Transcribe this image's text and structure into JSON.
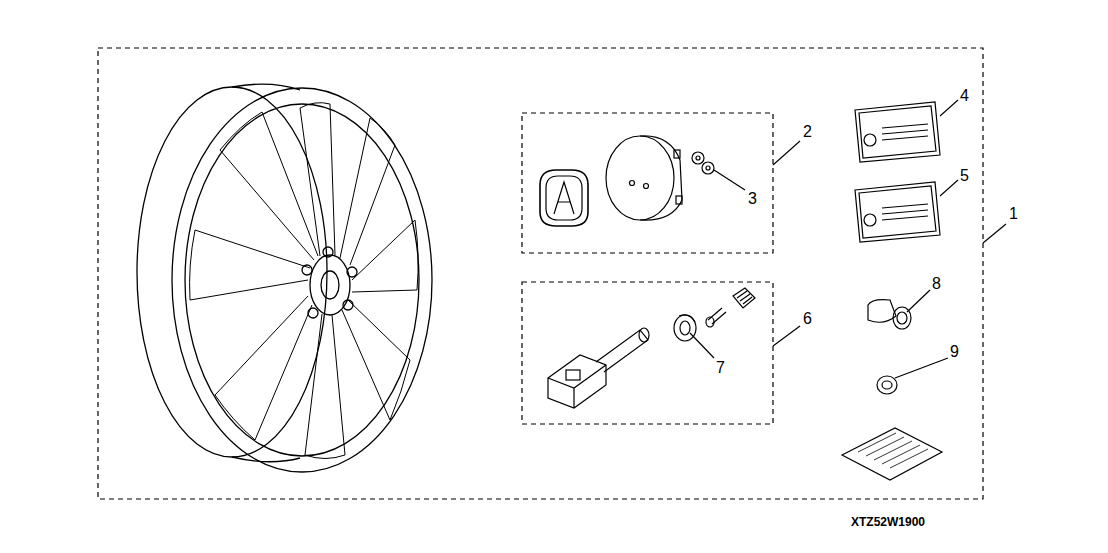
{
  "diagram": {
    "labels": [
      "4",
      "2",
      "5",
      "3",
      "1",
      "8",
      "6",
      "7",
      "9",
      "XTZ52W1900"
    ]
  }
}
